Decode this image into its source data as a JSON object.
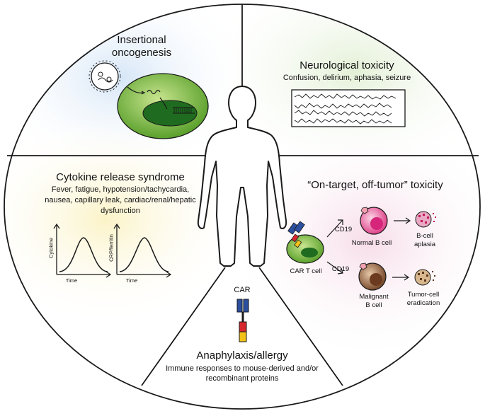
{
  "segments": {
    "insertional": {
      "title_line1": "Insertional",
      "title_line2": "oncogenesis",
      "tint": "#dde9f6"
    },
    "neuro": {
      "title": "Neurological toxicity",
      "subtitle": "Confusion, delirium, aphasia, seizure",
      "tint": "#e6f1dc"
    },
    "crs": {
      "title": "Cytokine release syndrome",
      "lines": [
        "Fever, fatigue, hypotension/tachycardia,",
        "nausea, capillary leak, cardiac/renal/hepatic",
        "dysfunction"
      ],
      "tint": "#fbf5cf",
      "plot1_ylabel": "Cytokine",
      "plot2_ylabel": "CRP/ferritin",
      "xlabel": "Time"
    },
    "on_target": {
      "title": "“On-target, off-tumor” toxicity",
      "tint": "#f8e1ec",
      "cd19_1": "CD19",
      "cd19_2": "CD19",
      "car_t_cell": "CAR T cell",
      "normal_b_cell": "Normal B cell",
      "malignant_line1": "Malignant",
      "malignant_line2": "B cell",
      "aplasia_line1": "B-cell",
      "aplasia_line2": "aplasia",
      "eradication_line1": "Tumor-cell",
      "eradication_line2": "eradication"
    },
    "anaphylaxis": {
      "car_label": "CAR",
      "title": "Anaphylaxis/allergy",
      "line1": "Immune responses to mouse-derived and/or",
      "line2": "recombinant proteins",
      "tint": "#ffffff"
    }
  },
  "colors": {
    "green_cell": "#8dc63f",
    "green_dark": "#2e7d2e",
    "car_blue": "#2b4f9e",
    "car_red": "#d7282f",
    "car_yellow": "#f2c21b",
    "normal_b_pink": "#e0458b",
    "malignant_brown": "#8b5a3c"
  }
}
